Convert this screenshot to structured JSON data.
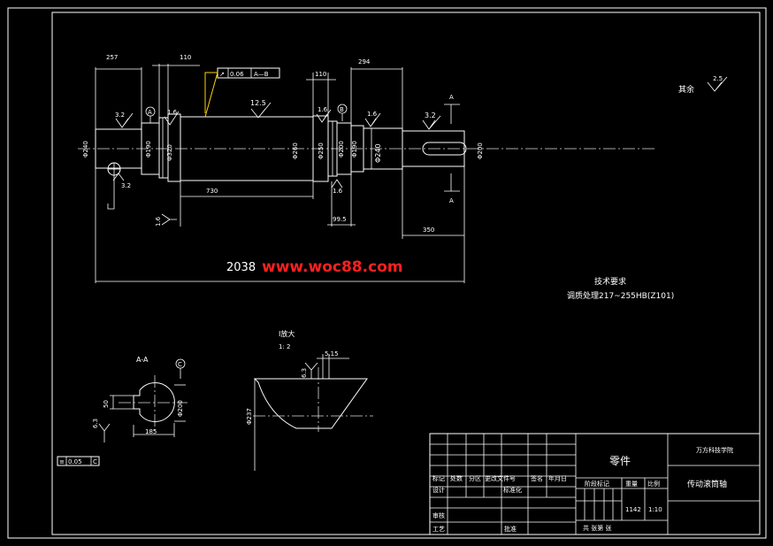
{
  "dimensions": {
    "d257": "257",
    "d110a": "110",
    "d110b": "110",
    "d294": "294",
    "d730": "730",
    "d350": "350",
    "d2038": "2038",
    "d99_5": "99.5",
    "d_phi240": "Φ240",
    "d_phi190": "Φ190",
    "d_phi320": "Φ320",
    "d_phi260": "Φ260",
    "d_phi250": "Φ250",
    "d_phi200": "Φ200",
    "d_phi190b": "Φ190",
    "d_phi240b": "Φ240",
    "d_phi200b": "Φ200",
    "d_phi237": "Φ237",
    "d50": "50",
    "d185": "185",
    "d5_15": "5.15",
    "d6_3": "6.3"
  },
  "tolerances": {
    "runout_symbol": "↗",
    "runout_value": "0.06",
    "runout_datum": "A—B",
    "sym_symbol": "≡",
    "sym_value": "0.05",
    "sym_datum": "C"
  },
  "surface_finish": {
    "r3_2a": "3.2",
    "r1_6a": "1.6",
    "r12_5": "12.5",
    "r1_6b": "1.6",
    "r1_6c": "1.6",
    "r3_2b": "3.2",
    "r1_6d": "1.6",
    "r3_2c": "3.2",
    "r1_6e": "1.6",
    "r1_6f": "1.6",
    "r6_3": "6.3",
    "r6_3b": "6.3"
  },
  "datum_labels": {
    "a": "A",
    "b": "B",
    "c": "C"
  },
  "section": {
    "cut_a_top": "A",
    "cut_a_bottom": "A",
    "title": "A-A"
  },
  "detail": {
    "title": "I放大",
    "scale": "1: 2"
  },
  "notes": {
    "other_label": "其余",
    "other_roughness": "2.5",
    "tech_title": "技术要求",
    "tech_text": "调质处理217~255HB(Z101)"
  },
  "watermark": "www.woc88.com",
  "title_block": {
    "part": "零件",
    "institute": "万方科技学院",
    "part_name": "传动滚筒轴",
    "h_mark": "标记",
    "h_count": "处数",
    "h_zone": "分区",
    "h_doc": "更改文件号",
    "h_sign": "签名",
    "h_date": "年月日",
    "r_design": "设计",
    "r_std": "标准化",
    "r_check": "审核",
    "r_process": "工艺",
    "r_approve": "批准",
    "stage_mark": "阶段标记",
    "weight_h": "重量",
    "scale_h": "比例",
    "weight": "1142",
    "scale": "1:10",
    "sheets": "共    张第    张"
  },
  "colors": {
    "background": "#000000",
    "lines": "#ffffff",
    "center_lines": "#dddddd",
    "leader": "#ffd400",
    "watermark": "#ff2020"
  }
}
